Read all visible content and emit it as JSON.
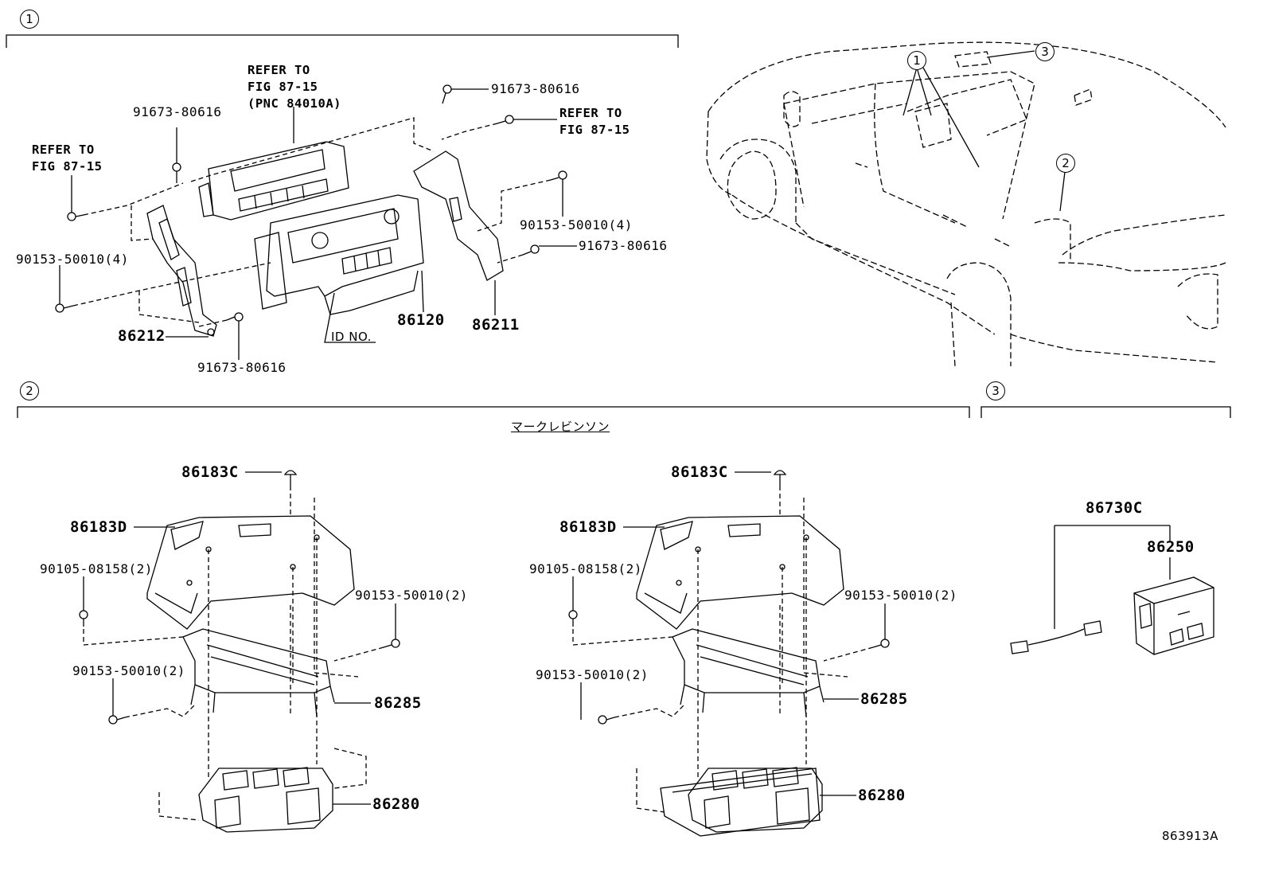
{
  "sections": {
    "one": {
      "marker": "1"
    },
    "two": {
      "marker": "2",
      "subtitle": "マークレビンソン"
    },
    "three": {
      "marker": "3"
    }
  },
  "car_callouts": [
    "1",
    "2",
    "3"
  ],
  "labels": {
    "refer_mid": "REFER TO\nFIG 87-15\n(PNC 84010A)",
    "refer_left": "REFER TO\nFIG 87-15",
    "refer_right": "REFER TO\nFIG 87-15",
    "p91673_a": "91673-80616",
    "p91673_b": "91673-80616",
    "p91673_c": "91673-80616",
    "p91673_d": "91673-80616",
    "p90153_a": "90153-50010(4)",
    "p90153_b": "90153-50010(4)",
    "p86212": "86212",
    "p86120": "86120",
    "p86211": "86211",
    "idno": "ID NO.",
    "l_86183C": "86183C",
    "l_86183D": "86183D",
    "l_90105": "90105-08158(2)",
    "l_90153_r": "90153-50010(2)",
    "l_90153_l": "90153-50010(2)",
    "l_86285": "86285",
    "l_86280": "86280",
    "r_86183C": "86183C",
    "r_86183D": "86183D",
    "r_90105": "90105-08158(2)",
    "r_90153_r": "90153-50010(2)",
    "r_90153_l": "90153-50010(2)",
    "r_86285": "86285",
    "r_86280": "86280",
    "p86730C": "86730C",
    "p86250": "86250",
    "figure_no": "863913A"
  }
}
